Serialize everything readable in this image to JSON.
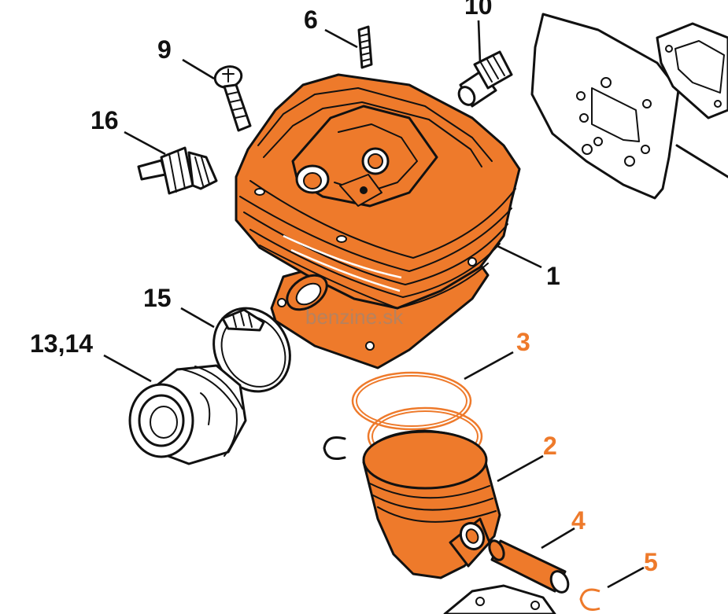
{
  "colors": {
    "highlight": "#ee7a2b",
    "ink": "#111111",
    "paper": "#ffffff"
  },
  "watermark": "benzine.sk",
  "callouts": [
    {
      "id": "c1",
      "text": "1",
      "color": "black"
    },
    {
      "id": "c2",
      "text": "2",
      "color": "orange"
    },
    {
      "id": "c3",
      "text": "3",
      "color": "orange"
    },
    {
      "id": "c4",
      "text": "4",
      "color": "orange"
    },
    {
      "id": "c5",
      "text": "5",
      "color": "orange"
    },
    {
      "id": "c6",
      "text": "6",
      "color": "black"
    },
    {
      "id": "c9",
      "text": "9",
      "color": "black"
    },
    {
      "id": "c10",
      "text": "10",
      "color": "black"
    },
    {
      "id": "c13",
      "text": "13,14",
      "color": "black"
    },
    {
      "id": "c15",
      "text": "15",
      "color": "black"
    },
    {
      "id": "c16",
      "text": "16",
      "color": "black"
    }
  ]
}
